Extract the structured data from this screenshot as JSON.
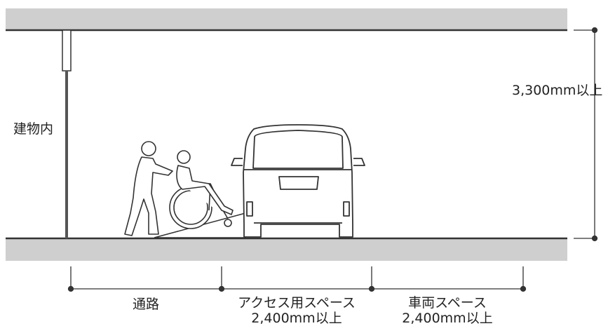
{
  "labels": {
    "building_interior": "建物内",
    "ceiling_height": "3,300mm以上",
    "passage": "通路",
    "access_space": "アクセス用スペース",
    "access_space_width": "2,400mm以上",
    "vehicle_space": "車両スペース",
    "vehicle_space_width": "2,400mm以上"
  },
  "colors": {
    "slab_fill": "#cfcfcf",
    "slab_edge": "#333333",
    "line": "#333333",
    "figure_fill": "#ffffff"
  },
  "icons": {
    "person": "caregiver-figure",
    "wheelchair": "wheelchair-user",
    "vehicle": "van-rear-view"
  }
}
